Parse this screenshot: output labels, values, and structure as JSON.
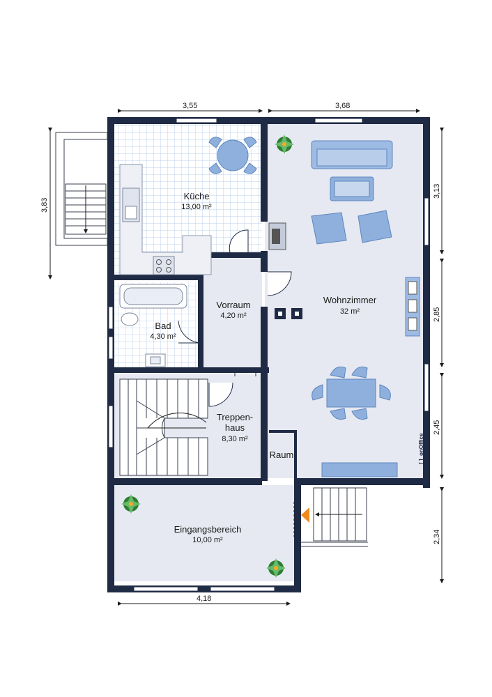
{
  "rooms": {
    "kueche": {
      "name": "Küche",
      "area": "13,00 m²"
    },
    "vorraum": {
      "name": "Vorraum",
      "area": "4,20 m²"
    },
    "wohnzimmer": {
      "name": "Wohnzimmer",
      "area": "32 m²"
    },
    "bad": {
      "name": "Bad",
      "area": "4,30 m²"
    },
    "treppenhaus": {
      "name_line1": "Treppen-",
      "name_line2": "haus",
      "area": "8,30 m²"
    },
    "raum": {
      "name": "Raum"
    },
    "eingangsbereich": {
      "name": "Eingangsbereich",
      "area": "10,00 m²"
    }
  },
  "dimensions": {
    "top_left": "3,55",
    "top_right": "3,68",
    "left": "3,83",
    "right_1": "3,13",
    "right_2": "2,85",
    "right_3": "2,45",
    "right_4": "2,34",
    "bottom": "4,18"
  },
  "logo": {
    "text": "onOffice",
    "bracket": "[ ]"
  },
  "colors": {
    "wall": "#1f2a44",
    "floor": "#e6e9f1",
    "tile": "#ffffff",
    "furniture": "#8fb0dd",
    "furniture_dark": "#5f86bf",
    "arrow": "#f08a1c"
  }
}
